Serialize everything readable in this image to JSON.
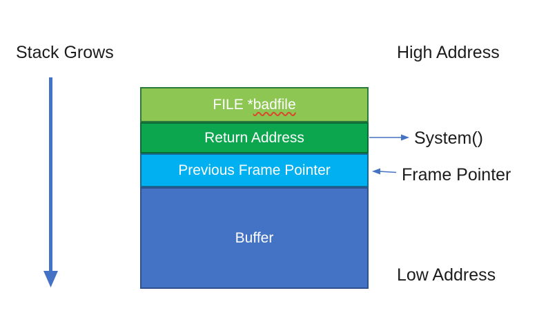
{
  "labels": {
    "stack_grows": "Stack Grows",
    "high_address": "High Address",
    "low_address": "Low Address",
    "system_annotation": "System()",
    "frame_pointer_annotation": "Frame Pointer"
  },
  "stack": {
    "frames": [
      {
        "id": "file-badfile",
        "label_prefix": "FILE *",
        "label_misspelled": "badfile",
        "fill": "#8dc653",
        "border": "#2a7a3b"
      },
      {
        "id": "return-address",
        "label": "Return Address",
        "fill": "#0cा64e",
        "border": "#0d6936"
      },
      {
        "id": "previous-frame-pointer",
        "label": "Previous Frame Pointer",
        "fill": "#00b0f0",
        "border": "#17688f"
      },
      {
        "id": "buffer",
        "label": "Buffer",
        "fill": "#4472c4",
        "border": "#2f528f"
      }
    ]
  },
  "colors": {
    "arrow": "#4472c4",
    "text": "#1c1c1c",
    "frame_text": "#ffffff",
    "spellcheck_squiggle": "#d9482b",
    "return_address_fill": "#0ca64e"
  }
}
